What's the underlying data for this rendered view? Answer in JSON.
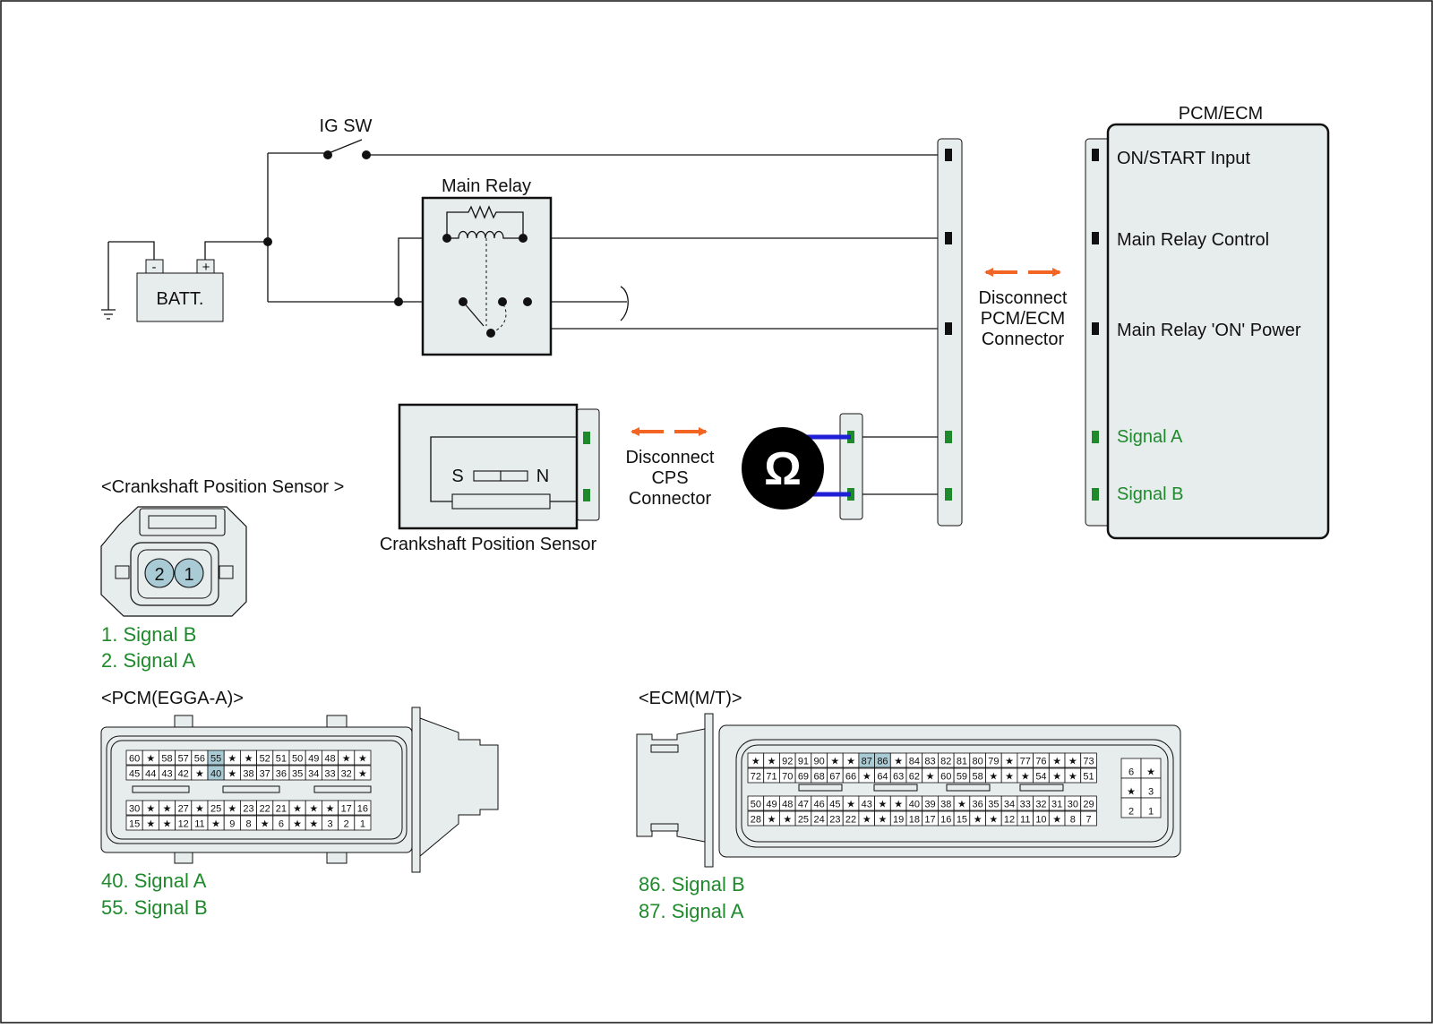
{
  "ig_sw_label": "IG SW",
  "main_relay_label": "Main Relay",
  "battery": {
    "label": "BATT.",
    "minus": "-",
    "plus": "+"
  },
  "pcm_ecm": {
    "title": "PCM/ECM",
    "pins": [
      "ON/START Input",
      "Main Relay Control",
      "Main Relay 'ON' Power",
      "Signal A",
      "Signal B"
    ]
  },
  "disconnect_pcm": [
    "Disconnect",
    "PCM/ECM",
    "Connector"
  ],
  "disconnect_cps": [
    "Disconnect",
    "CPS",
    "Connector"
  ],
  "ohm_symbol": "Ω",
  "sensor": {
    "s": "S",
    "n": "N",
    "label": "Crankshaft Position Sensor"
  },
  "cps_connector": {
    "title": "<Crankshaft Position Sensor >",
    "pin_numbers": [
      "2",
      "1"
    ],
    "legend": [
      "1. Signal B",
      "2. Signal A"
    ]
  },
  "pcm_connector": {
    "title": "<PCM(EGGA-A)>",
    "rows": [
      [
        "60",
        "★",
        "58",
        "57",
        "56",
        "55",
        "★",
        "★",
        "52",
        "51",
        "50",
        "49",
        "48",
        "★",
        "★"
      ],
      [
        "45",
        "44",
        "43",
        "42",
        "★",
        "40",
        "★",
        "38",
        "37",
        "36",
        "35",
        "34",
        "33",
        "32",
        "★"
      ],
      [
        "30",
        "★",
        "★",
        "27",
        "★",
        "25",
        "★",
        "23",
        "22",
        "21",
        "★",
        "★",
        "★",
        "17",
        "16"
      ],
      [
        "15",
        "★",
        "★",
        "12",
        "11",
        "★",
        "9",
        "8",
        "★",
        "6",
        "★",
        "★",
        "3",
        "2",
        "1"
      ]
    ],
    "highlighted": [
      "55",
      "40"
    ],
    "legend": [
      "40. Signal A",
      "55. Signal B"
    ]
  },
  "ecm_connector": {
    "title": "<ECM(M/T)>",
    "rows": [
      [
        "★",
        "★",
        "92",
        "91",
        "90",
        "★",
        "★",
        "87",
        "86",
        "★",
        "84",
        "83",
        "82",
        "81",
        "80",
        "79",
        "★",
        "77",
        "76",
        "★",
        "★",
        "73"
      ],
      [
        "72",
        "71",
        "70",
        "69",
        "68",
        "67",
        "66",
        "★",
        "64",
        "63",
        "62",
        "★",
        "60",
        "59",
        "58",
        "★",
        "★",
        "★",
        "54",
        "★",
        "★",
        "51"
      ],
      [
        "50",
        "49",
        "48",
        "47",
        "46",
        "45",
        "★",
        "43",
        "★",
        "★",
        "40",
        "39",
        "38",
        "★",
        "36",
        "35",
        "34",
        "33",
        "32",
        "31",
        "30",
        "29"
      ],
      [
        "28",
        "★",
        "★",
        "25",
        "24",
        "23",
        "22",
        "★",
        "★",
        "19",
        "18",
        "17",
        "16",
        "15",
        "★",
        "★",
        "12",
        "11",
        "10",
        "★",
        "8",
        "7"
      ]
    ],
    "aux": [
      [
        "6",
        "★"
      ],
      [
        "★",
        "3"
      ],
      [
        "2",
        "1"
      ]
    ],
    "highlighted": [
      "87",
      "86"
    ],
    "legend": [
      "86. Signal B",
      "87. Signal A"
    ]
  },
  "colors": {
    "wire": "#111111",
    "signal_terminal": "#1e8a2c",
    "signal_text": "#1e8a2c",
    "disconnect_arrow": "#f26522",
    "meter_lead": "#1f1fd6",
    "panel_fill": "#e7ecec",
    "pin_highlight": "#a9cbd6"
  }
}
